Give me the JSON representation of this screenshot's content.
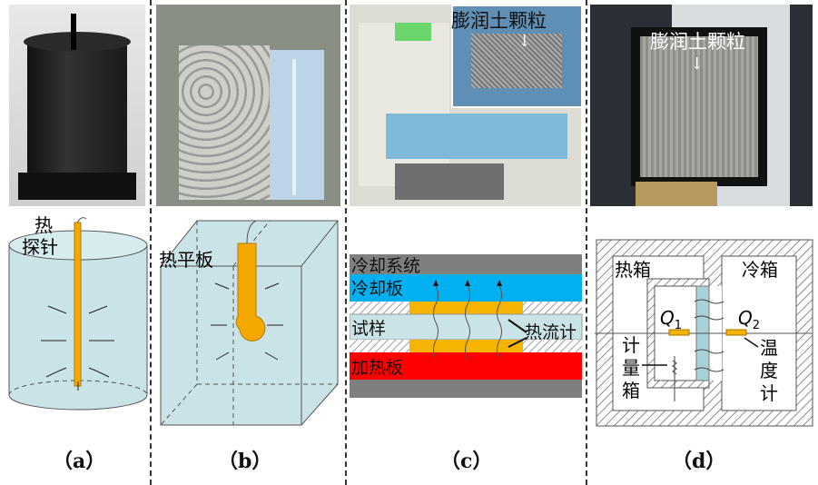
{
  "panels": [
    {
      "caption": "（a）",
      "diagram_labels": {
        "probe_line1": "热",
        "probe_line2": "探针"
      }
    },
    {
      "caption": "（b）",
      "diagram_labels": {
        "plate": "热平板"
      }
    },
    {
      "caption": "（c）",
      "photo_label": "膨润土颗粒",
      "diagram_labels": {
        "cooling_system": "冷却系统",
        "cooling_plate": "冷却板",
        "sample": "试样",
        "heat_flux_meter": "热流计",
        "heating_plate": "加热板"
      }
    },
    {
      "caption": "（d）",
      "photo_label": "膨润土颗粒",
      "diagram_labels": {
        "hot_box": "热箱",
        "cold_box": "冷箱",
        "q1": "Q",
        "q1_sub": "1",
        "q2": "Q",
        "q2_sub": "2",
        "metering_box": [
          "计",
          "量",
          "箱"
        ],
        "thermometer": [
          "温",
          "度",
          "计"
        ]
      }
    }
  ],
  "colors": {
    "probe": "#f5a800",
    "cylinder": "#c9e3e6",
    "cooling_plate": "#00b0f0",
    "heating_plate": "#ff0000",
    "cooling_system": "#7f7f7f",
    "flux_meter": "#f5b400"
  }
}
